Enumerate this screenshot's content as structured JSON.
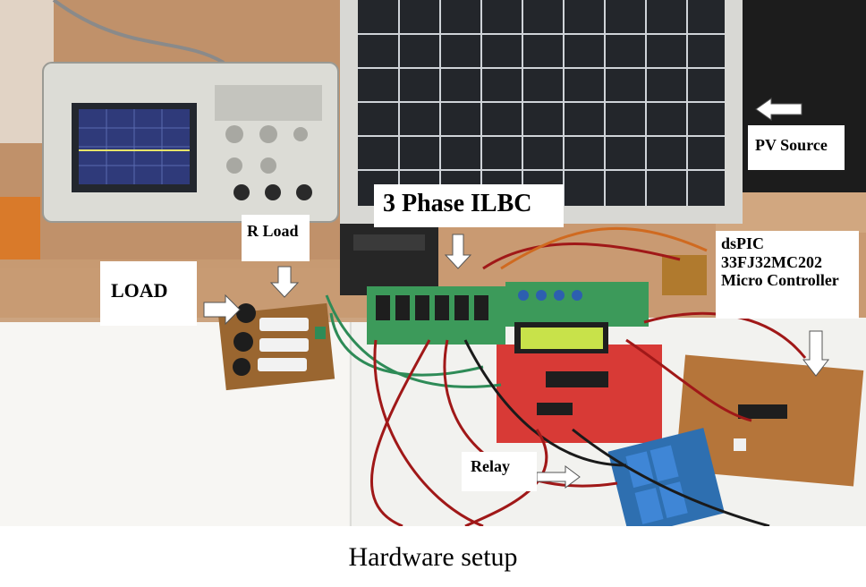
{
  "labels": {
    "load": "LOAD",
    "r_load": "R Load",
    "ilbc": "3 Phase ILBC",
    "pv_source": "PV Source",
    "controller_line1": "dsPIC",
    "controller_line2": "33FJ32MC202",
    "controller_line3": "Micro Controller",
    "relay": "Relay"
  },
  "caption": "Hardware setup",
  "colors": {
    "lcd_backlight": "#c8e24a",
    "control_board": "#d83a36",
    "relay_module": "#2e6fb0",
    "inverter_board": "#3c9a5a",
    "wall": "#c99a72",
    "table": "#f2f2ef"
  }
}
